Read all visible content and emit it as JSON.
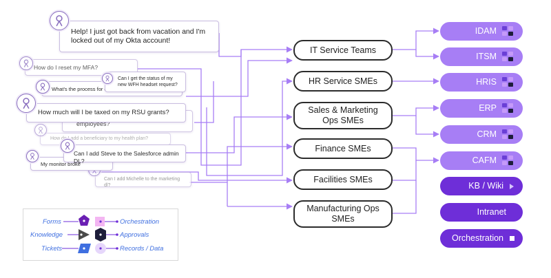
{
  "requests": [
    {
      "text": "Help! I just got back from vacation and I'm locked out of my Okta account!"
    },
    {
      "text": "How do I reset my MFA?"
    },
    {
      "text": "Can I get the status of my new WFH headset request?"
    },
    {
      "text": "What's the process for ordering a headset?"
    },
    {
      "text": "How much will I be taxed on my RSU grants?"
    },
    {
      "text": "employees?"
    },
    {
      "text": "How do I add a beneficiary to my health plan?"
    },
    {
      "text": "Can I add Steve to the Salesforce admin DL?"
    },
    {
      "text": "My monitor broke"
    },
    {
      "text": "Can I add Michelle to the marketing dl?"
    }
  ],
  "teams": [
    {
      "label": "IT Service Teams"
    },
    {
      "label": "HR Service SMEs"
    },
    {
      "label": "Sales & Marketing Ops SMEs"
    },
    {
      "label": "Finance SMEs"
    },
    {
      "label": "Facilities SMEs"
    },
    {
      "label": "Manufacturing Ops SMEs"
    }
  ],
  "systems": [
    {
      "label": "IDAM",
      "style": "light",
      "glyph": "grid"
    },
    {
      "label": "ITSM",
      "style": "light",
      "glyph": "grid"
    },
    {
      "label": "HRIS",
      "style": "light",
      "glyph": "grid"
    },
    {
      "label": "ERP",
      "style": "light",
      "glyph": "grid"
    },
    {
      "label": "CRM",
      "style": "light",
      "glyph": "grid"
    },
    {
      "label": "CAFM",
      "style": "light",
      "glyph": "grid"
    },
    {
      "label": "KB / Wiki",
      "style": "dark",
      "glyph": "triangle"
    },
    {
      "label": "Intranet",
      "style": "dark",
      "glyph": "none"
    },
    {
      "label": "Orchestration",
      "style": "dark",
      "glyph": "square"
    }
  ],
  "legend": {
    "forms": "Forms",
    "knowledge": "Knowledge",
    "tickets": "Tickets",
    "orchestration": "Orchestration",
    "approvals": "Approvals",
    "records": "Records / Data"
  },
  "colors": {
    "wire": "#a77ef5",
    "system_light": "#a77ef5",
    "system_dark": "#6e2ed8",
    "legend_text": "#3f6fe0",
    "avatar_stroke": "#8a6fbf"
  }
}
